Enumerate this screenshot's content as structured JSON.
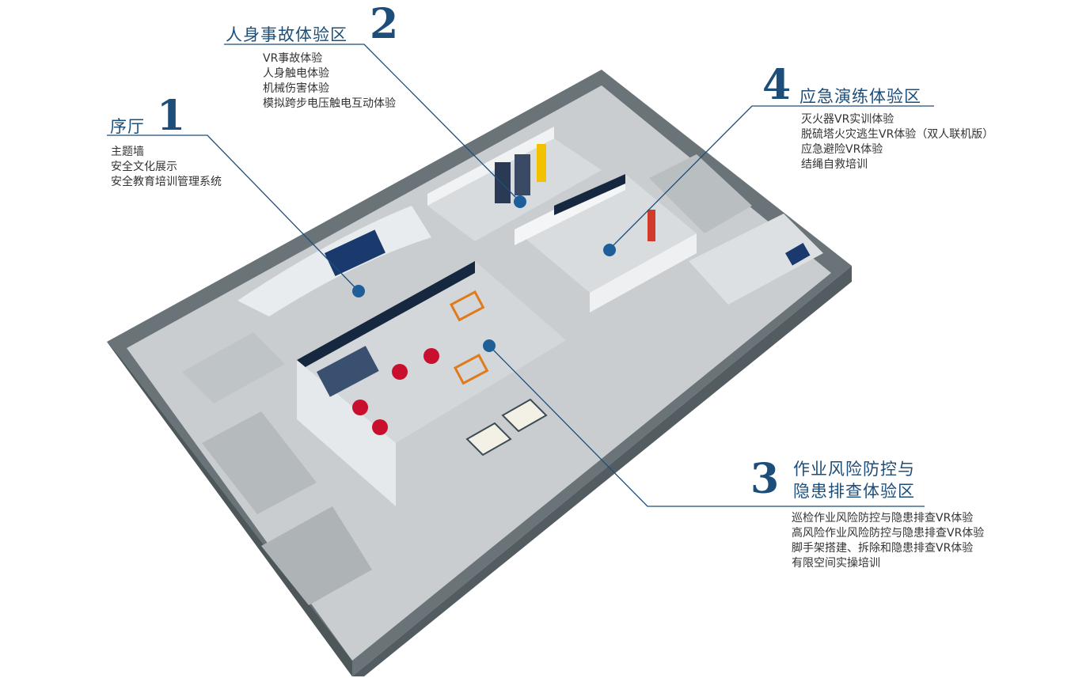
{
  "zones": [
    {
      "number": "1",
      "title": "序厅",
      "items": [
        "主题墙",
        "安全文化展示",
        "安全教育培训管理系统"
      ]
    },
    {
      "number": "2",
      "title": "人身事故体验区",
      "items": [
        "VR事故体验",
        "人身触电体验",
        "机械伤害体验",
        "模拟跨步电压触电互动体验"
      ]
    },
    {
      "number": "3",
      "title_line1": "作业风险防控与",
      "title_line2": "隐患排查体验区",
      "items": [
        "巡检作业风险防控与隐患排查VR体验",
        "高风险作业风险防控与隐患排查VR体验",
        "脚手架搭建、拆除和隐患排查VR体验",
        "有限空间实操培训"
      ]
    },
    {
      "number": "4",
      "title": "应急演练体验区",
      "items": [
        "灭火器VR实训体验",
        "脱硫塔火灾逃生VR体验（双人联机版）",
        "应急避险VR体验",
        "结绳自救培训"
      ]
    }
  ],
  "colors": {
    "accent": "#1d4e7a",
    "leader_line": "#1d4e7a",
    "marker": "#1f5f99",
    "building_wall": "#5f6b6f",
    "floor": "#c9cdd0",
    "room_dark": "#16283f",
    "vr_seat_red": "#c8102e",
    "rack_orange": "#e07b1c"
  }
}
